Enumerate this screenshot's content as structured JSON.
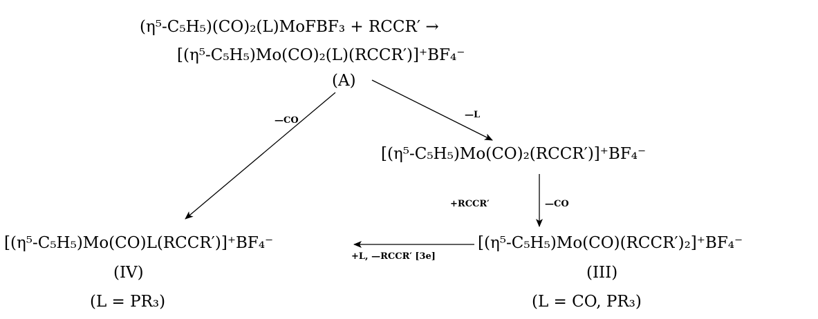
{
  "reaction": {
    "line1": "(η⁵-C₅H₅)(CO)₂(L)MoFBF₃ + RCCR′ →",
    "line2": "[(η⁵-C₅H₅)Mo(CO)₂(L)(RCCR′)]⁺BF₄⁻"
  },
  "compound_a": {
    "label": "(A)"
  },
  "intermediate": {
    "formula": "[(η⁵-C₅H₅)Mo(CO)₂(RCCR′)]⁺BF₄⁻"
  },
  "compound_iii": {
    "formula": "[(η⁵-C₅H₅)Mo(CO)(RCCR′)₂]⁺BF₄⁻",
    "label": "(III)",
    "condition": "(L = CO, PR₃)"
  },
  "compound_iv": {
    "formula": "[(η⁵-C₅H₅)Mo(CO)L(RCCR′)]⁺BF₄⁻",
    "label": "(IV)",
    "condition": "(L = PR₃)"
  },
  "arrows": {
    "a_to_iv": "—CO",
    "a_to_intermediate": "—L",
    "intermediate_to_iii_left": "+RCCR′",
    "intermediate_to_iii_right": "—CO",
    "iii_to_iv": "+L, —RCCR′ [3e]"
  }
}
